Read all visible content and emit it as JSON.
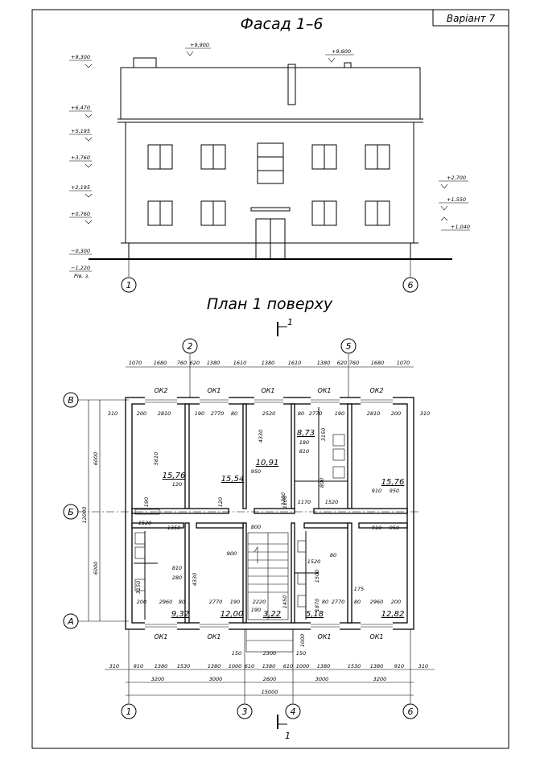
{
  "variant": "Варіант 7",
  "facade": {
    "title": "Фасад 1–6",
    "levels_left": [
      "+9,300",
      "+6,470",
      "+5,195",
      "+3,760",
      "+2,195",
      "+0,760",
      "−0,300",
      "−1,220"
    ],
    "level_roof_left": "+9,900",
    "level_roof_right": "+9,600",
    "levels_right": [
      "+2,700",
      "+1,550",
      "+1,040"
    ],
    "ground_note": "Рів. з.",
    "axis_left": "1",
    "axis_right": "6"
  },
  "plan": {
    "title": "План 1 поверху",
    "section_mark": "1",
    "axes_top": [
      "2",
      "5"
    ],
    "axes_bottom": [
      "1",
      "3",
      "4",
      "6"
    ],
    "axes_left": [
      "В",
      "Б",
      "А"
    ],
    "top_dims": [
      "1070",
      "1680",
      "760",
      "620",
      "1380",
      "1610",
      "1380",
      "1610",
      "1380",
      "620",
      "760",
      "1680",
      "1070"
    ],
    "window_top": [
      "ОК2",
      "ОК1",
      "ОК1",
      "ОК1",
      "ОК2"
    ],
    "window_bottom": [
      "ОК1",
      "ОК1",
      "ОК1",
      "ОК1"
    ],
    "inner_top_dims": [
      "310",
      "200",
      "2810",
      "190",
      "2770",
      "80",
      "2520",
      "80",
      "2770",
      "190",
      "2810",
      "200",
      "310"
    ],
    "left_dims": [
      "6000",
      "12000",
      "6000"
    ],
    "bottom_dims_1": [
      "310",
      "910",
      "1380",
      "1530",
      "1380",
      "1000",
      "610",
      "1380",
      "610",
      "1000",
      "1380",
      "1530",
      "1380",
      "910",
      "310"
    ],
    "bottom_dims_2": [
      "3200",
      "3000",
      "2600",
      "3000",
      "3200"
    ],
    "total": "15000",
    "porch_dims": [
      "150",
      "2300",
      "150"
    ],
    "porch_depth": "1000",
    "areas": [
      "15,76",
      "15,54",
      "10,91",
      "8,73",
      "15,76",
      "9,32",
      "12,00",
      "3,22",
      "5,18",
      "12,82"
    ],
    "inner_bottom_dims": [
      "200",
      "2960",
      "80",
      "2770",
      "190",
      "2220",
      "190",
      "80",
      "2770",
      "80",
      "2960",
      "200"
    ],
    "misc_dims": [
      "5610",
      "4330",
      "3150",
      "1520",
      "180",
      "810",
      "1200",
      "950",
      "910",
      "950",
      "120",
      "190",
      "800",
      "4330",
      "3150",
      "1520",
      "1170",
      "175",
      "810",
      "280",
      "1500",
      "900",
      "1350",
      "1870",
      "1450",
      "800",
      "910",
      "950",
      "1200",
      "1520",
      "80",
      "120"
    ]
  }
}
